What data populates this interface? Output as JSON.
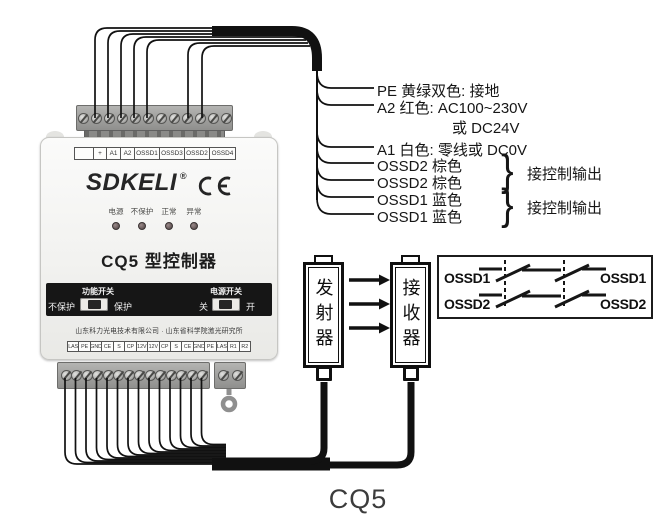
{
  "colors": {
    "cable": "#111111",
    "panel_face": "#f2f2f0",
    "switch_band": "#161616",
    "terminal_gray": "#9c9c9c"
  },
  "device": {
    "brand": "SDKELI",
    "registered_mark": "®",
    "ce_mark": "CE",
    "top_terminal_labels": [
      "",
      "+",
      "A1",
      "A2",
      "OSSD1",
      "OSSD3",
      "OSSD2",
      "OSSD4"
    ],
    "led_labels": [
      "电源",
      "不保护",
      "正常",
      "异常"
    ],
    "model_title": "CQ5 型控制器",
    "function_switch": {
      "title": "功能开关",
      "left_label": "不保护",
      "right_label": "保护"
    },
    "power_switch": {
      "title": "电源开关",
      "left_label": "关",
      "right_label": "开"
    },
    "company_line": "山东科力光电技术有限公司 · 山东省科学院激光研究所",
    "bottom_terminal_labels": [
      "LAS",
      "PE",
      "GND",
      "CE",
      "S",
      "CP",
      "12V",
      "12V",
      "CP",
      "S",
      "CE",
      "GND",
      "PE",
      "LAS",
      "R1",
      "R2"
    ]
  },
  "wire_labels": {
    "pe": "PE 黄绿双色: 接地",
    "a2_line1": "A2 红色: AC100~230V",
    "a2_line2": "或 DC24V",
    "a1": "A1 白色: 零线或 DC0V",
    "ossd2_a": "OSSD2 棕色",
    "ossd2_b": "OSSD2 棕色",
    "ossd1_a": "OSSD1 蓝色",
    "ossd1_b": "OSSD1 蓝色",
    "ossd2_note": "接控制输出",
    "ossd1_note": "接控制输出",
    "brace": "}"
  },
  "sensors": {
    "transmitter": "发射器",
    "receiver": "接收器"
  },
  "contact_box": {
    "left_top": "OSSD1",
    "left_bottom": "OSSD2",
    "right_top": "OSSD1",
    "right_bottom": "OSSD2"
  },
  "caption": "CQ5"
}
